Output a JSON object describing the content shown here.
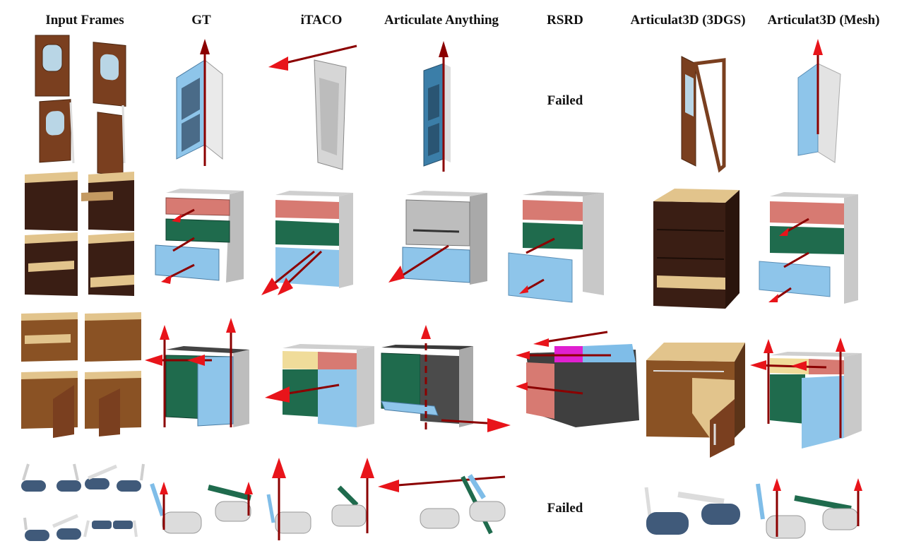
{
  "figure": {
    "columns": [
      "Input Frames",
      "GT",
      "iTACO",
      "Articulate Anything",
      "RSRD",
      "Articulat3D (3DGS)",
      "Articulat3D (Mesh)"
    ],
    "rows": [
      {
        "object": "door",
        "cells": [
          "Input Frames",
          "GT",
          "iTACO",
          "Articulate Anything",
          "Failed",
          "Articulat3D (3DGS)",
          "Articulat3D (Mesh)"
        ]
      },
      {
        "object": "drawer-cabinet",
        "cells": [
          "Input Frames",
          "GT",
          "iTACO",
          "Articulate Anything",
          "RSRD",
          "Articulat3D (3DGS)",
          "Articulat3D (Mesh)"
        ]
      },
      {
        "object": "door-cabinet",
        "cells": [
          "Input Frames",
          "GT",
          "iTACO",
          "Articulate Anything",
          "RSRD",
          "Articulat3D (3DGS)",
          "Articulat3D (Mesh)"
        ]
      },
      {
        "object": "glasses",
        "cells": [
          "Input Frames",
          "GT",
          "iTACO",
          "Articulate Anything",
          "Failed",
          "Articulat3D (3DGS)",
          "Articulat3D (Mesh)"
        ]
      }
    ],
    "failed_label": "Failed",
    "colors": {
      "axis": "#8b0000",
      "arrow_head": "#e8141a",
      "wood_dark": "#3a1e14",
      "wood_mid": "#7a3f1f",
      "wood_light": "#e2c48c",
      "part_blue": "#7fbde8",
      "part_green": "#1f6b4d",
      "part_red": "#d77a72",
      "part_yellow": "#f0dc9a",
      "part_magenta": "#e020d0",
      "body_gray": "#cfcfcf",
      "body_dark": "#444444",
      "lens_navy": "#405a7a",
      "lens_white": "#dcdcdc"
    }
  }
}
